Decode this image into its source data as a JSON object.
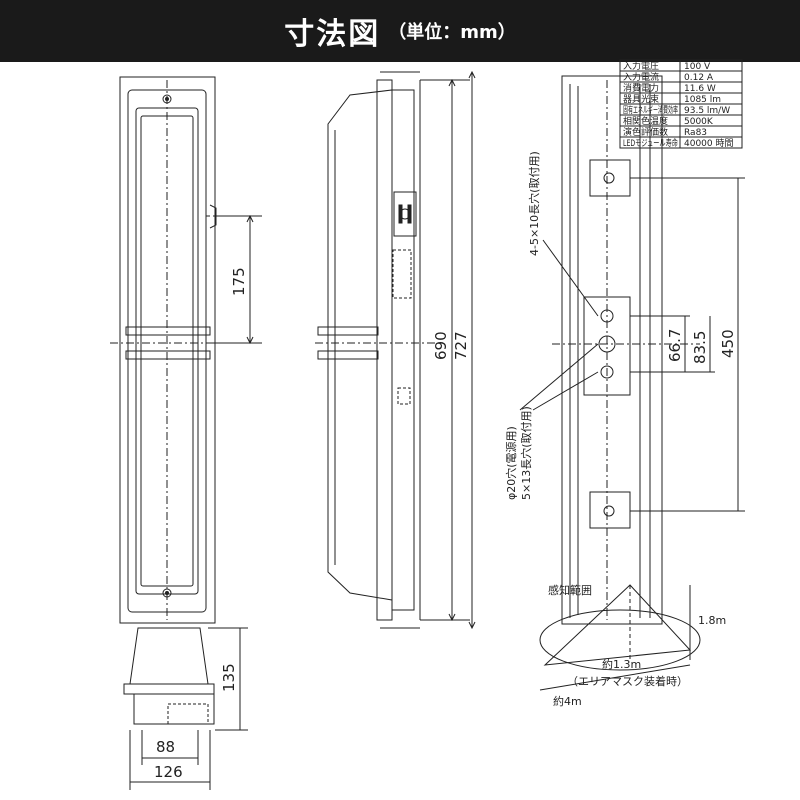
{
  "header": {
    "title": "寸法図",
    "unit": "（単位：mm）"
  },
  "dims": {
    "d175": "175",
    "d690": "690",
    "d727": "727",
    "d135": "135",
    "d88": "88",
    "d126": "126",
    "d66_7": "66.7",
    "d83_5": "83.5",
    "d450": "450"
  },
  "labels": {
    "slot_mount": "4-5×10長穴(取付用)",
    "hole_power": "φ20穴(電源用)",
    "slot_mount2": "5×13長穴(取付用)",
    "sensor_title": "感知範囲",
    "sensor_height": "1.8m",
    "sensor_r1": "約1.3m",
    "sensor_mask": "（エリアマスク装着時）",
    "sensor_r4": "約4m"
  },
  "specs": [
    {
      "label": "入力電圧",
      "value": "100 V"
    },
    {
      "label": "入力電流",
      "value": "0.12 A"
    },
    {
      "label": "消費電力",
      "value": "11.6 W"
    },
    {
      "label": "器具光束",
      "value": "1085 lm"
    },
    {
      "label": "固有エネルギー消費効率",
      "value": "93.5 lm/W"
    },
    {
      "label": "相関色温度",
      "value": "5000K"
    },
    {
      "label": "演色評価数",
      "value": "Ra83"
    },
    {
      "label": "LEDモジュール寿命",
      "value": "40000 時間"
    }
  ]
}
